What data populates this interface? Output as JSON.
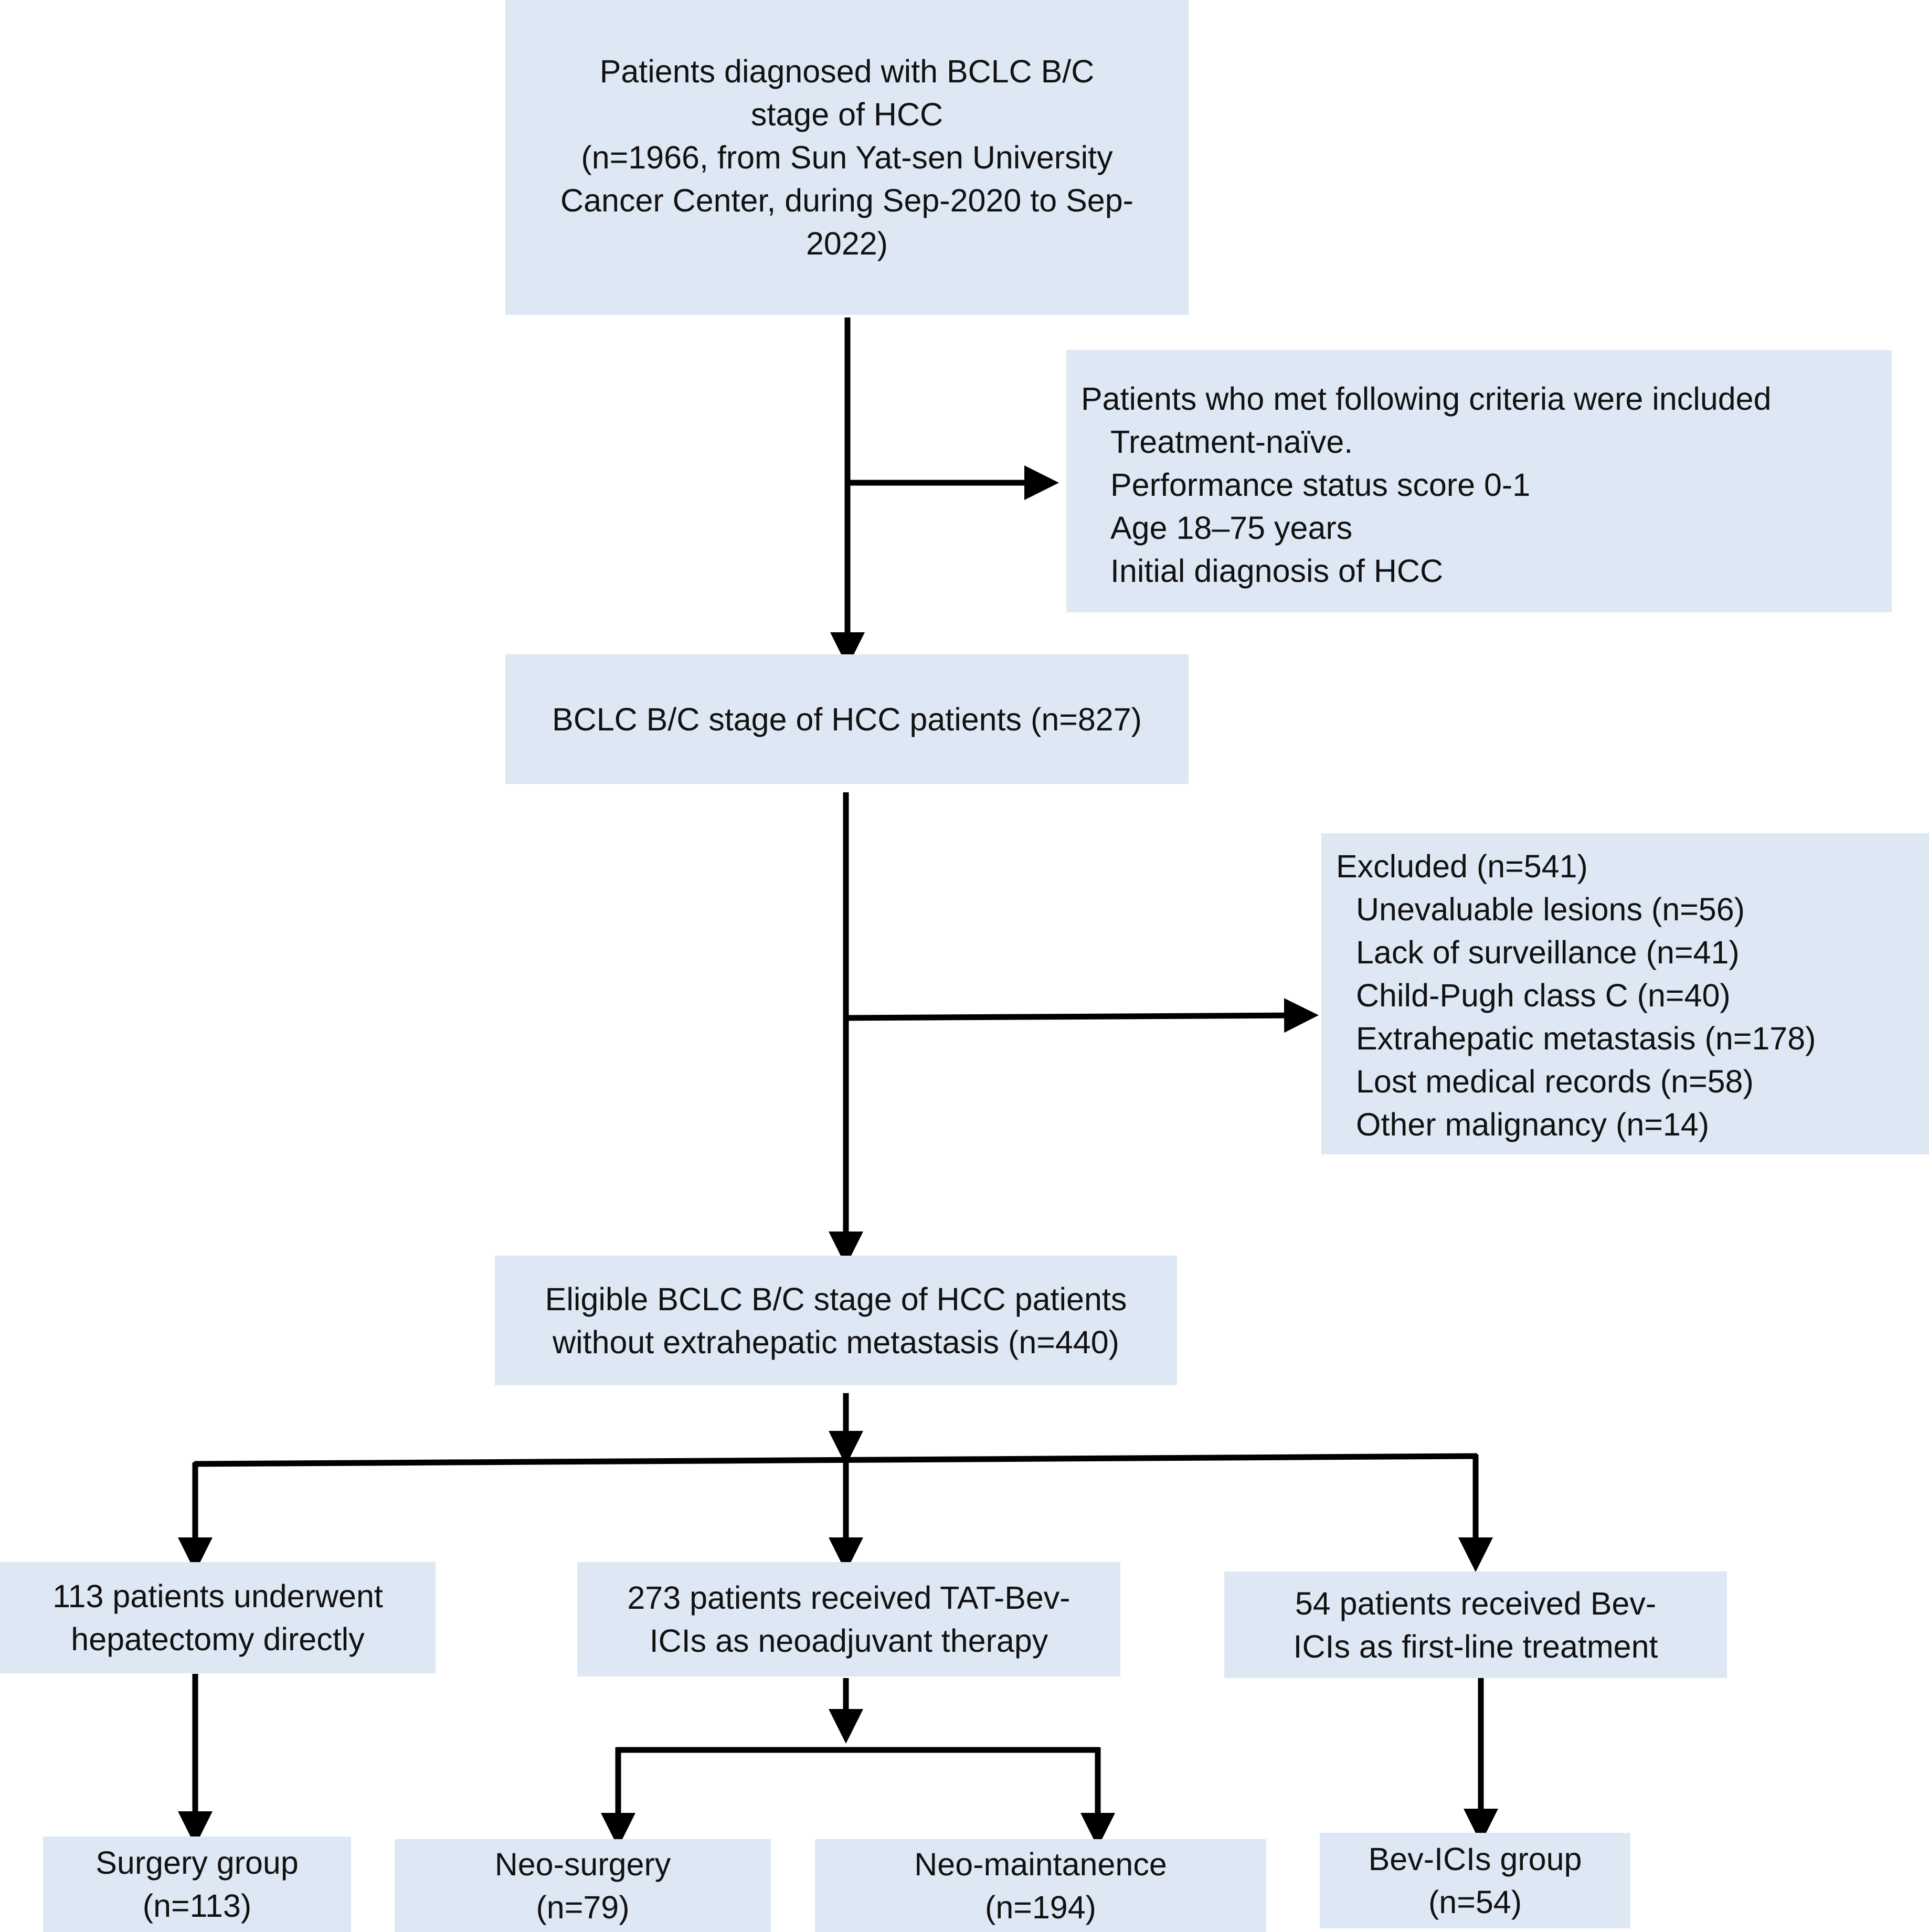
{
  "boxes": {
    "start": [
      "Patients diagnosed with BCLC B/C",
      "stage of HCC",
      "(n=1966, from Sun Yat-sen University",
      "Cancer Center, during Sep-2020 to Sep-",
      "2022)"
    ],
    "inclusion": {
      "title": "Patients who met following criteria were included",
      "items": [
        "Treatment-naïve.",
        "Performance status score 0-1",
        "Age 18–75 years",
        "Initial diagnosis of HCC"
      ]
    },
    "stage": "BCLC B/C stage of HCC patients (n=827)",
    "excluded": {
      "title": "Excluded (n=541)",
      "items": [
        "Unevaluable lesions (n=56)",
        "Lack of surveillance (n=41)",
        "Child-Pugh class C (n=40)",
        "Extrahepatic metastasis (n=178)",
        "Lost medical records (n=58)",
        "Other malignancy (n=14)"
      ]
    },
    "eligible": [
      "Eligible BCLC B/C stage of HCC patients",
      "without extrahepatic metastasis (n=440)"
    ],
    "hepatectomy": [
      "113 patients underwent",
      "hepatectomy directly"
    ],
    "neoadjuvant": [
      "273 patients received TAT-Bev-",
      "ICIs as neoadjuvant therapy"
    ],
    "firstline": [
      "54 patients received Bev-",
      "ICIs as first-line treatment"
    ],
    "surgery_group": [
      "Surgery group",
      "(n=113)"
    ],
    "neo_surgery": [
      "Neo-surgery",
      "(n=79)"
    ],
    "neo_maintenance": [
      "Neo-maintanence",
      "(n=194)"
    ],
    "bevici_group": [
      "Bev-ICIs group",
      "(n=54)"
    ]
  },
  "colors": {
    "box_fill": "#dde8f4",
    "arrow": "#000000"
  }
}
